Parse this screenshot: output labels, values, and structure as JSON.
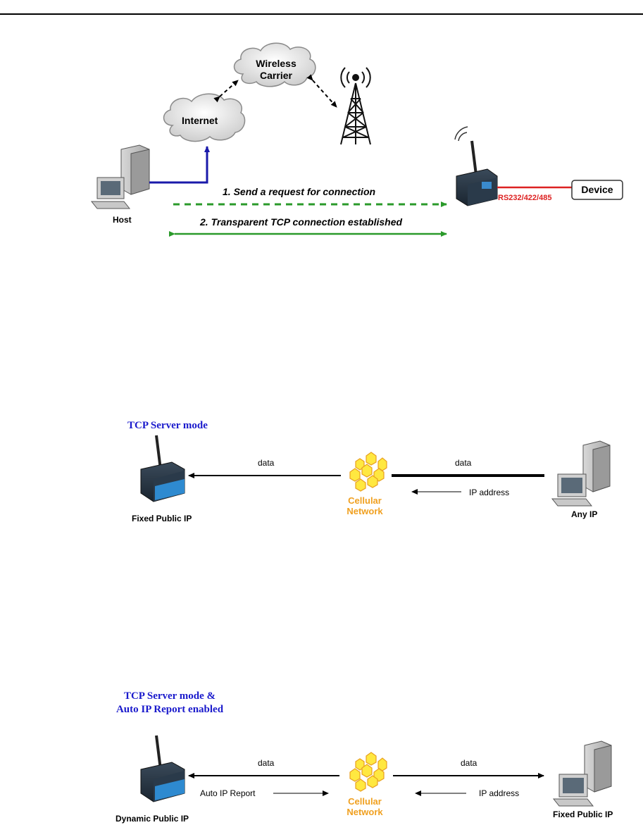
{
  "diagram1": {
    "wireless_carrier_line1": "Wireless",
    "wireless_carrier_line2": "Carrier",
    "internet_label": "Internet",
    "host_label": "Host",
    "step1_label": "1. Send a request for connection",
    "step2_label": "2. Transparent TCP connection established",
    "serial_label": "RS232/422/485",
    "device_label": "Device",
    "colors": {
      "host_link": "#1a1aaa",
      "request": "#2a9a2a",
      "serial": "#dd2222"
    }
  },
  "diagram2": {
    "title": "TCP Server mode",
    "left_data_label": "data",
    "right_data_label": "data",
    "ip_address_label": "IP address",
    "cellular_line1": "Cellular",
    "cellular_line2": "Network",
    "left_device_label": "Fixed Public IP",
    "right_device_label": "Any IP"
  },
  "diagram3": {
    "title_line1": "TCP Server mode &",
    "title_line2": "Auto IP Report enabled",
    "left_data_label": "data",
    "right_data_label": "data",
    "auto_ip_report_label": "Auto IP Report",
    "ip_address_label": "IP address",
    "cellular_line1": "Cellular",
    "cellular_line2": "Network",
    "left_device_label": "Dynamic Public IP",
    "right_device_label": "Fixed Public IP"
  }
}
